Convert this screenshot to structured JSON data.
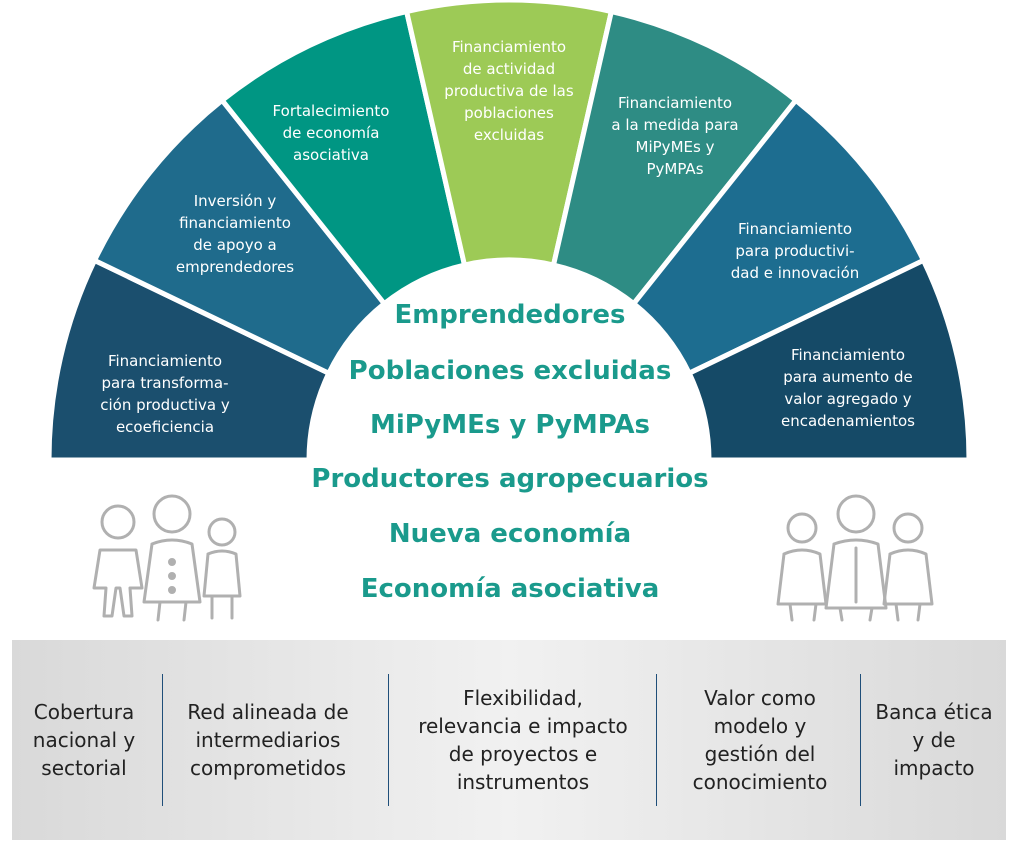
{
  "segments": [
    {
      "label": "Financiamiento\npara transforma-\nción productiva y\necoeficiencia",
      "color": "#1b4f6e"
    },
    {
      "label": "Inversión y\nfinanciamiento\nde apoyo a\nemprendedores",
      "color": "#1f6b8c"
    },
    {
      "label": "Fortalecimiento\nde economía\nasociativa",
      "color": "#009683"
    },
    {
      "label": "Financiamiento\nde actividad\nproductiva de las\npoblaciones\nexcluidas",
      "color": "#9dca56"
    },
    {
      "label": "Financiamiento\na la medida para\nMiPyMEs y\nPyMPAs",
      "color": "#2e8c84"
    },
    {
      "label": "Financiamiento\npara productivi-\ndad e innovación",
      "color": "#1d6d90"
    },
    {
      "label": "Financiamiento\npara aumento de\nvalor agregado y\nencadenamientos",
      "color": "#154a67"
    }
  ],
  "center_items": [
    "Emprendedores",
    "Poblaciones excluidas",
    "MiPyMEs y PyMPAs",
    "Productores agropecuarios",
    "Nueva economía",
    "Economía asociativa"
  ],
  "pillars": [
    "Cobertura\nnacional y\nsectorial",
    "Red alineada de\nintermediarios\ncomprometidos",
    "Flexibilidad,\nrelevancia e impacto\nde proyectos e\ninstrumentos",
    "Valor como\nmodelo y\ngestión del\nconocimiento",
    "Banca ética\ny de\nimpacto"
  ],
  "colors": {
    "center_text": "#1a9a8c",
    "icon_stroke": "#b0b0b0",
    "divider": "#1f4e79"
  }
}
